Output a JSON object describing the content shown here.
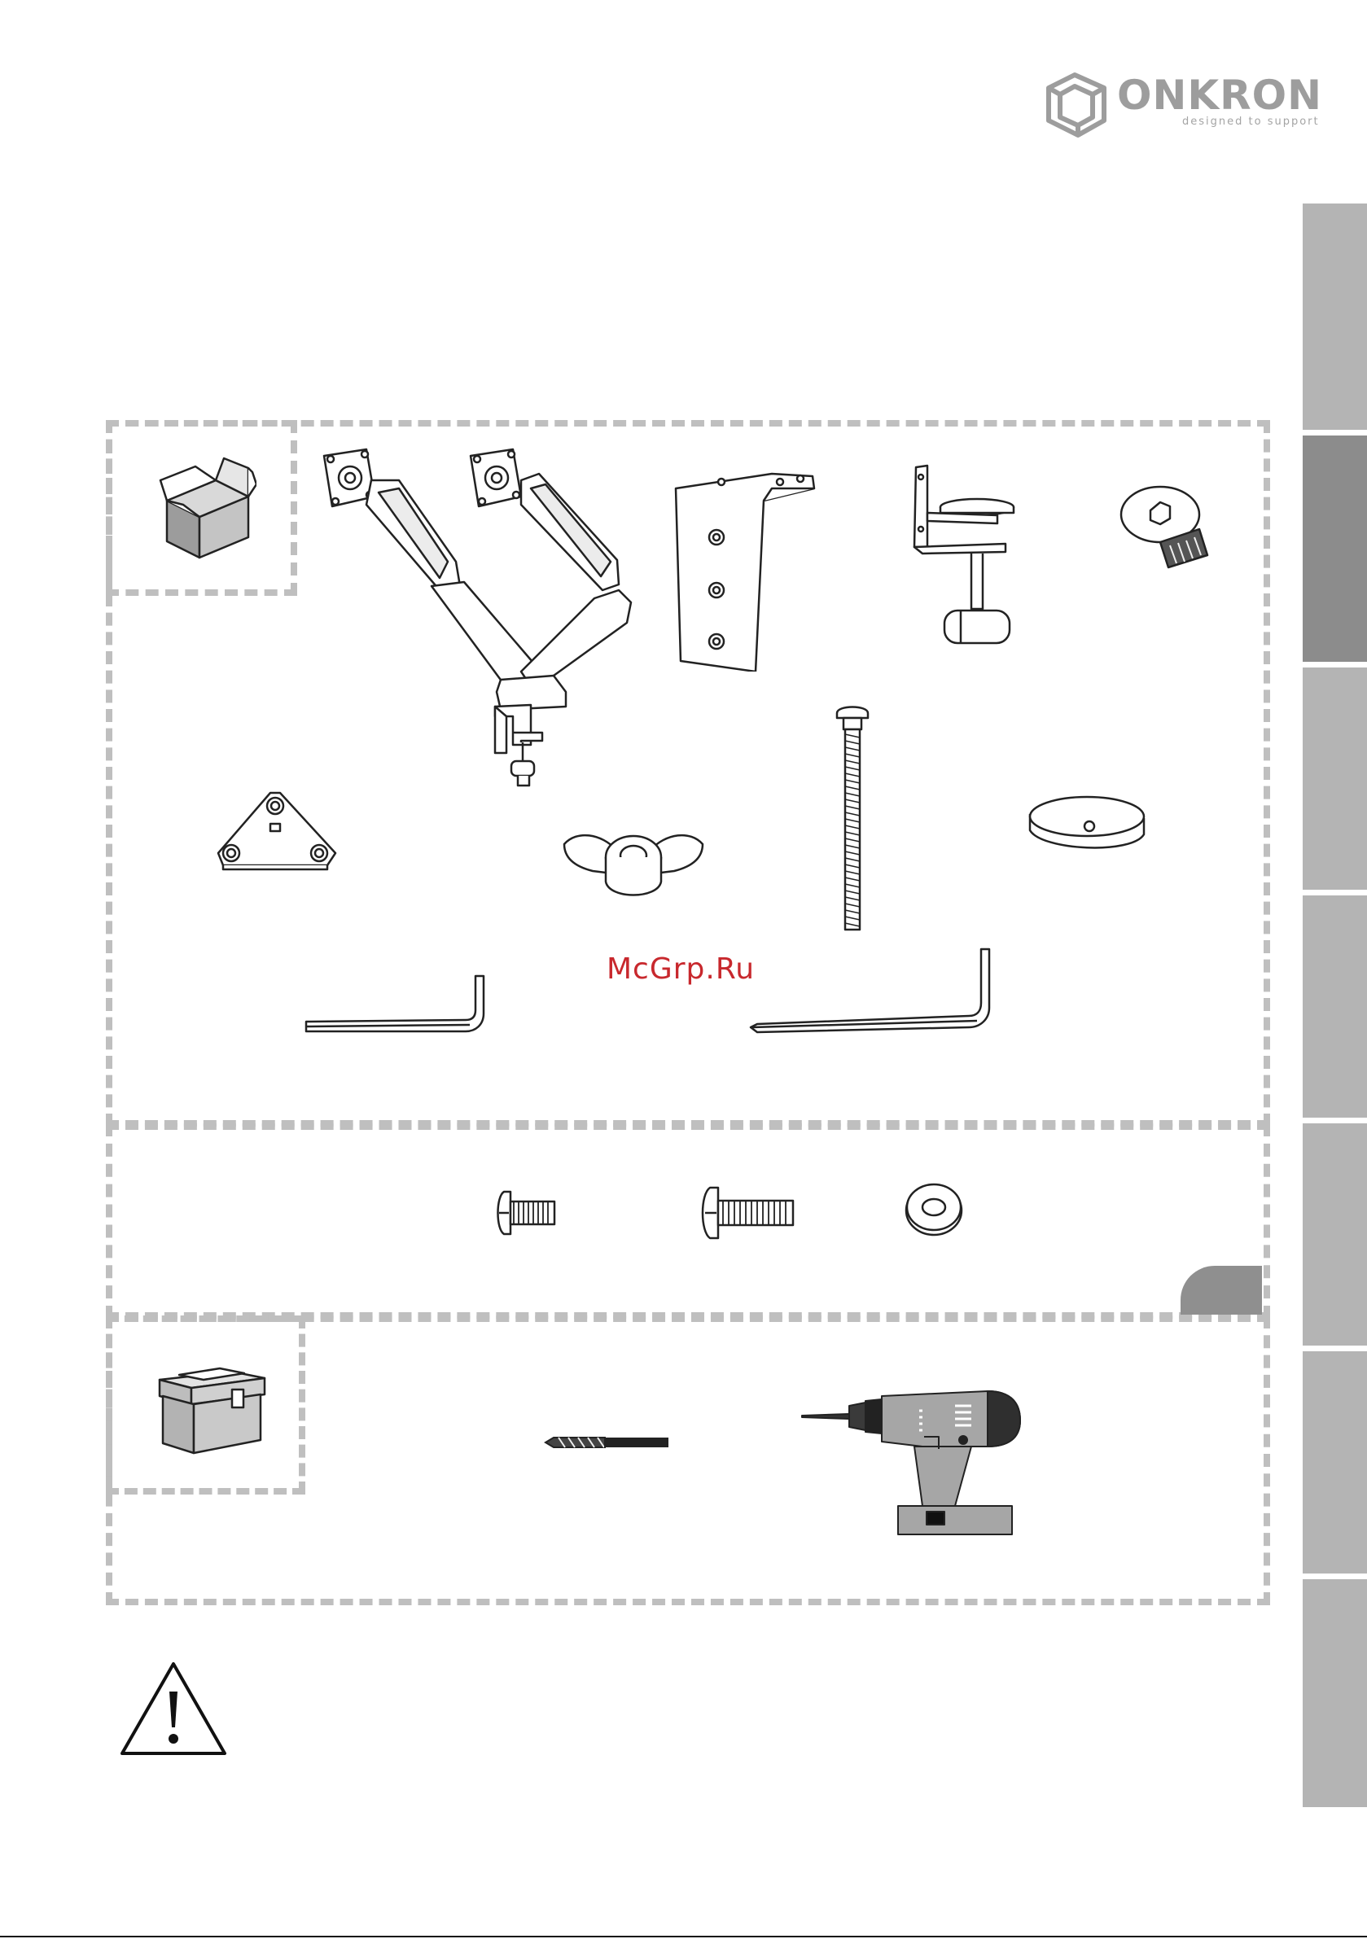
{
  "brand": {
    "name": "ONKRON",
    "tagline": "designed to support",
    "color": "#9d9d9d"
  },
  "watermark": {
    "text": "McGrp.Ru",
    "color": "#c8282d"
  },
  "side_tabs": {
    "count": 7,
    "active_index": 1,
    "color": "#b4b4b4",
    "active_color": "#8c8c8c"
  },
  "icons": {
    "package_box": "open-box-icon",
    "toolbox": "toolbox-icon",
    "warning": "warning-triangle-icon",
    "drill": "power-drill-icon",
    "drill_bit": "drill-bit-icon"
  },
  "parts": [
    "dual-monitor-arm",
    "grommet-plate",
    "desk-clamp",
    "hex-screw",
    "triangle-plate",
    "wing-nut",
    "long-bolt",
    "round-washer-plate",
    "small-hex-key",
    "large-hex-key"
  ],
  "hardware": [
    "small-screw",
    "long-screw",
    "flat-washer"
  ]
}
